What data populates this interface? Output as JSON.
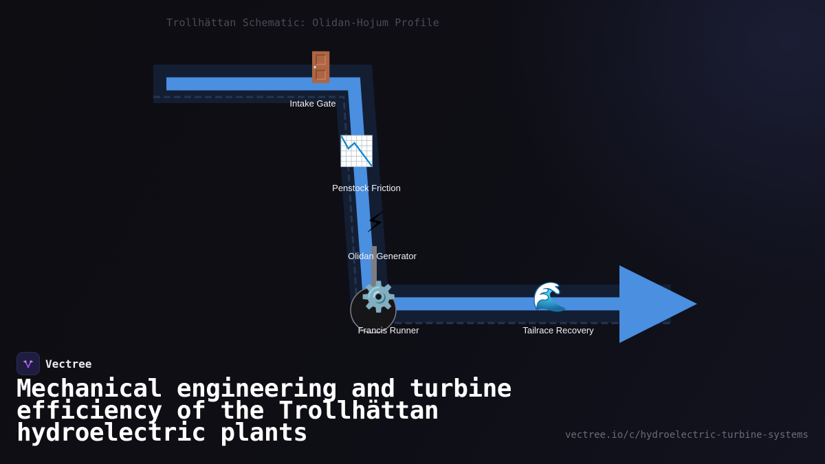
{
  "diagram": {
    "title": "Trollhättan Schematic: Olidan-Hojum Profile",
    "stages": [
      {
        "id": "intake-gate",
        "label": "Intake Gate",
        "icon": "door-icon",
        "glyph": "🚪"
      },
      {
        "id": "penstock-friction",
        "label": "Penstock Friction",
        "icon": "chart-decreasing-icon",
        "glyph": "📉"
      },
      {
        "id": "olidan-generator",
        "label": "Olidan Generator",
        "icon": "lightning-icon",
        "glyph": "⚡"
      },
      {
        "id": "francis-runner",
        "label": "Francis Runner",
        "icon": "gear-icon",
        "glyph": "⚙️"
      },
      {
        "id": "tailrace-recovery",
        "label": "Tailrace Recovery",
        "icon": "water-wave-icon",
        "glyph": "🌊"
      }
    ],
    "colors": {
      "flow": "#4a8fe0",
      "channel": "#131e33",
      "dash": "#26344f"
    }
  },
  "brand": {
    "name": "Vectree",
    "logo_icon": "vectree-logo-icon",
    "accent": "#a45cf0"
  },
  "headline": "Mechanical engineering and turbine efficiency of the Trollhättan hydroelectric plants",
  "footer": {
    "url": "vectree.io/c/hydroelectric-turbine-systems"
  }
}
